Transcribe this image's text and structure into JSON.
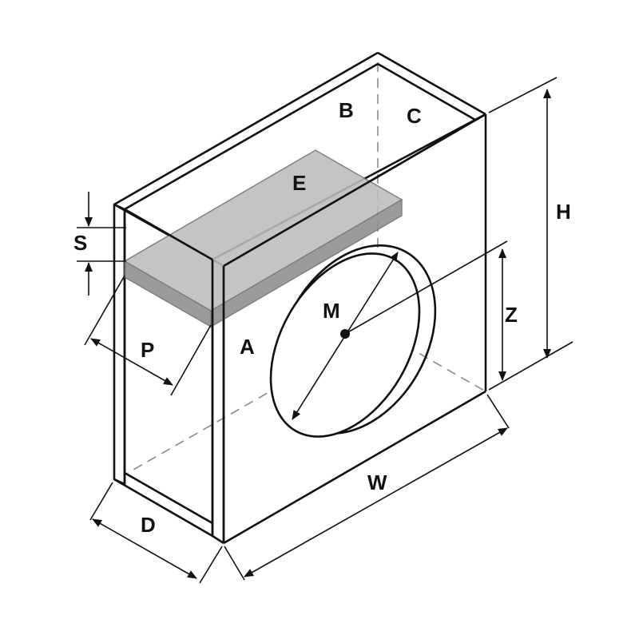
{
  "colors": {
    "stroke": "#111111",
    "shelf_top": "#bdbdbd",
    "shelf_front": "#8e8e8e",
    "hidden_line": "#8a8a8a",
    "background": "#ffffff"
  },
  "labels": {
    "a": "A",
    "b": "B",
    "c": "C",
    "e": "E",
    "m": "M",
    "h": "H",
    "z": "Z",
    "w": "W",
    "d": "D",
    "p": "P",
    "s": "S"
  }
}
